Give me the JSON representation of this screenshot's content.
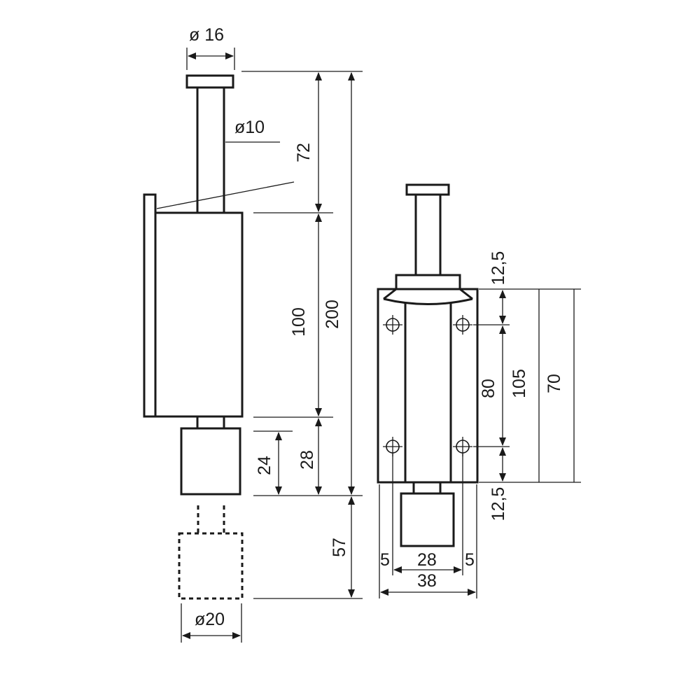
{
  "colors": {
    "line": "#1a1a1a",
    "background": "#ffffff"
  },
  "side_view": {
    "dims": {
      "head_diameter": "ø 16",
      "pin_diameter": "ø10",
      "pin_length": "72",
      "body_length": "100",
      "overall_length": "200",
      "foot_length": "28",
      "foot_height": "24",
      "stroke": "57",
      "foot_diameter": "ø20"
    }
  },
  "front_view": {
    "dims": {
      "top_margin": "12,5",
      "hole_spacing": "80",
      "inner_length": "105",
      "plate_length": "70",
      "bottom_margin": "12,5",
      "edge_left": "5",
      "center_width": "28",
      "edge_right": "5",
      "plate_width": "38"
    }
  }
}
